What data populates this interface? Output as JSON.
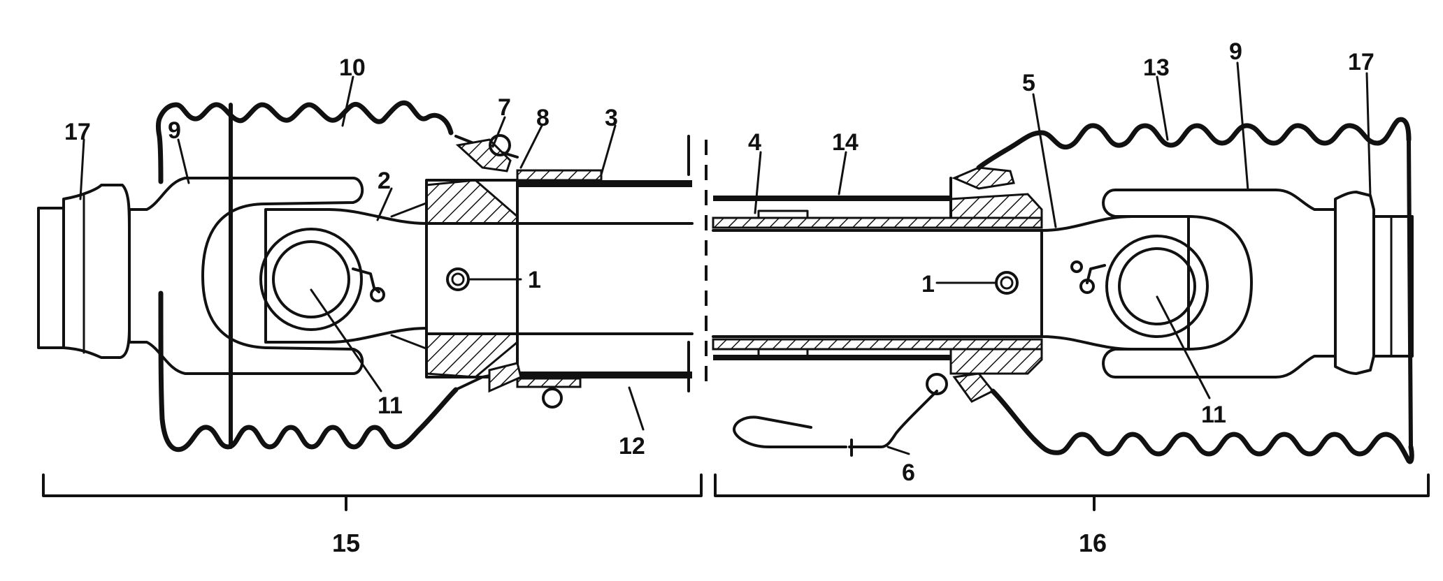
{
  "labels": {
    "l1a": "1",
    "l1b": "1",
    "l2": "2",
    "l3": "3",
    "l4": "4",
    "l5": "5",
    "l6": "6",
    "l7": "7",
    "l8": "8",
    "l9a": "9",
    "l9b": "9",
    "l10": "10",
    "l11a": "11",
    "l11b": "11",
    "l12": "12",
    "l13": "13",
    "l14": "14",
    "l15": "15",
    "l16": "16",
    "l17a": "17",
    "l17b": "17"
  },
  "colors": {
    "ink": "#111111",
    "background": "#ffffff"
  }
}
